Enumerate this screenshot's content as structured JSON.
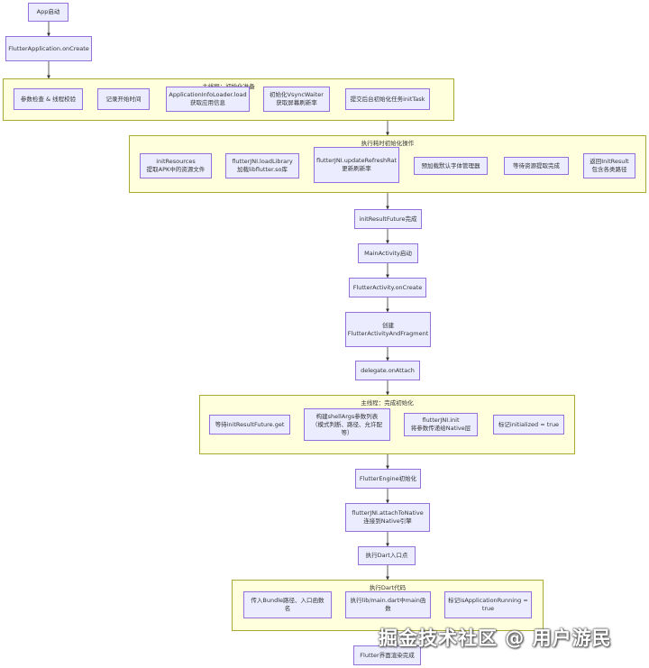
{
  "nodes": {
    "app_start": "App启动",
    "flutter_app_oncreate": "FlutterApplication.onCreate",
    "param_check": "参数检查 & 线程校验",
    "record_time": "记录开始时间",
    "app_info_loader": "ApplicationInfoLoader.load\n获取应用信息",
    "vsync_waiter": "初始化VsyncWaiter\n获取屏幕刷新率",
    "submit_init_task": "提交后台初始化任务initTask",
    "init_resources": "initResources\n提取APK中的资源文件",
    "load_library": "flutterJNI.loadLibrary\n加载libflutter.so库",
    "update_refresh_rate": "flutterJNI.updateRefreshRat\n更新刷新率",
    "preload_font": "预加载默认字体管理器",
    "wait_resources": "等待资源提取完成",
    "return_init_result": "返回InitResult\n包含各类路径",
    "init_result_future_done": "initResultFuture完成",
    "main_activity_start": "MainActivity启动",
    "flutter_activity_oncreate": "FlutterActivity.onCreate",
    "create_activity_fragment": "创建\nFlutterActivityAndFragment",
    "delegate_onattach": "delegate.onAttach",
    "wait_future_get": "等待initResultFuture.get",
    "build_shell_args": "构建shellArgs参数列表\n（模式判断、路径、允许配\n等）",
    "jni_init": "flutterJNI.init\n将参数传递给Native层",
    "mark_initialized": "标记initialized = true",
    "engine_init": "FlutterEngine初始化",
    "attach_to_native": "flutterJNI.attachToNative\n连接到Native引擎",
    "exec_dart_entry": "执行Dart入口点",
    "pass_bundle_path": "传入Bundle路径、入口函数\n名",
    "exec_main_dart": "执行lib/main.dart中main函\n数",
    "mark_app_running": "标记isApplicationRunning =\ntrue",
    "ui_render_done": "Flutter界面渲染完成"
  },
  "clusters": {
    "main_thread_prep": "主线程：初始化准备",
    "background_init": "执行耗时初始化操作",
    "main_thread_complete": "主线程：完成初始化",
    "exec_dart_code": "执行Dart代码"
  },
  "watermark": "掘金技术社区 @ 用户游民",
  "colors": {
    "node_fill": "#ececff",
    "node_border": "#9370db",
    "cluster_fill": "#ffffde",
    "cluster_border": "#aaaa33",
    "edge": "#333333"
  }
}
